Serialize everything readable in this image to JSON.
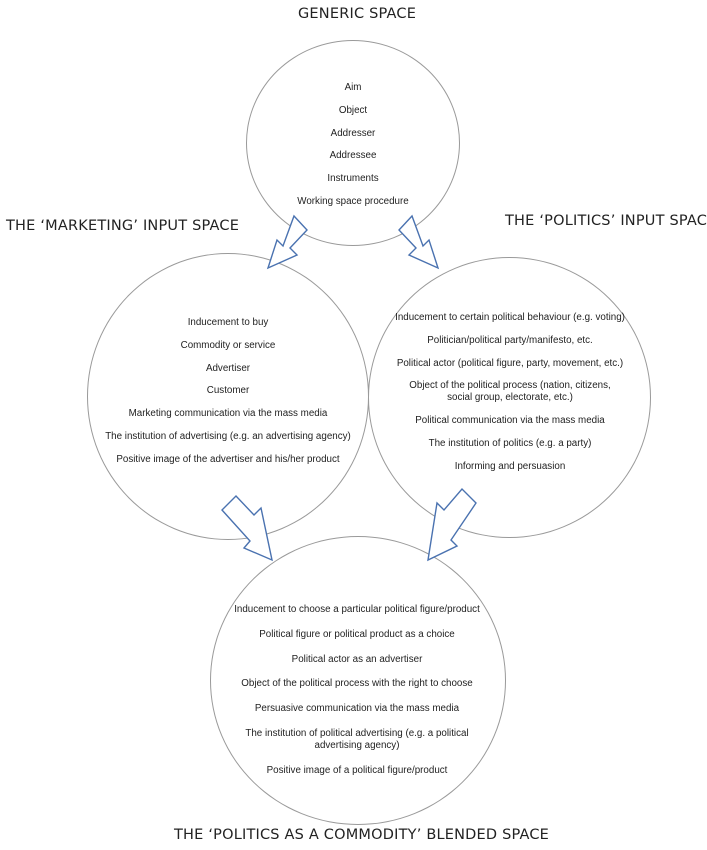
{
  "generic": {
    "title": "GENERIC SPACE",
    "items": [
      "Aim",
      "Object",
      "Addresser",
      "Addressee",
      "Instruments",
      "Working space procedure"
    ]
  },
  "marketing": {
    "title": "THE ‘MARKETING’ INPUT SPACE",
    "items": [
      "Inducement to buy",
      "Commodity or service",
      "Advertiser",
      "Customer",
      "Marketing communication via the mass media",
      "The institution of advertising (e.g. an advertising agency)",
      "Positive image of the advertiser and his/her product"
    ]
  },
  "politics": {
    "title": "THE ‘POLITICS’ INPUT SPACE",
    "items": [
      "Inducement to certain political behaviour (e.g. voting)",
      "Politician/political party/manifesto, etc.",
      "Political actor (political figure, party, movement, etc.)",
      "Object of the political process (nation, citizens, social group, electorate, etc.)",
      "Political communication via the mass media",
      "The institution of politics (e.g. a party)",
      "Informing and persuasion"
    ]
  },
  "blended": {
    "title": "THE ‘POLITICS AS A COMMODITY’ BLENDED SPACE",
    "items": [
      "Inducement to choose a particular political figure/product",
      "Political figure or political product as a choice",
      "Political actor as an advertiser",
      "Object of the political process with the right to choose",
      "Persuasive communication via the mass media",
      "The institution of political advertising (e.g. a political advertising agency)",
      "Positive image of a political figure/product"
    ]
  },
  "colors": {
    "arrow_stroke": "#4a72b0",
    "circle_stroke": "#9a9a9a"
  }
}
